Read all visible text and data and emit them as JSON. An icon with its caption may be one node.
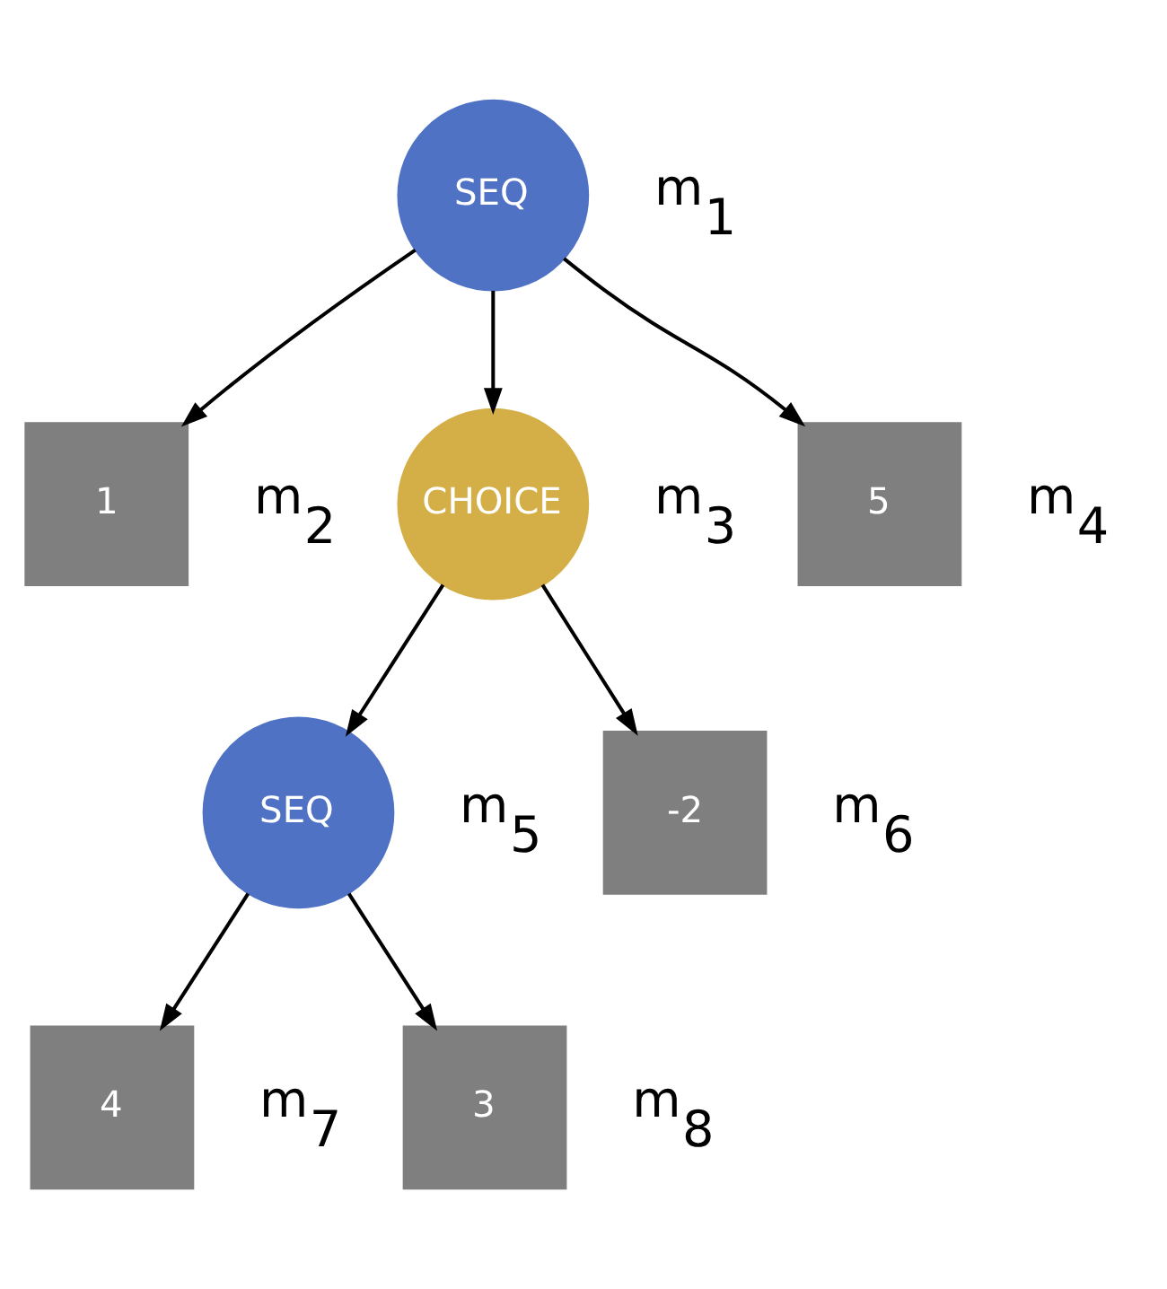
{
  "diagram": {
    "nodes": [
      {
        "text": [
          "SEQ"
        ],
        "beside": [
          "m$_{1}$"
        ]
      },
      {
        "text": [
          "1"
        ],
        "beside": [
          "m$_{2}$"
        ]
      },
      {
        "text": [
          "CHOICE"
        ],
        "beside": [
          "m$_{3}$"
        ]
      },
      {
        "text": [
          "5"
        ],
        "beside": [
          "m$_{4}$"
        ]
      },
      {
        "text": [
          "SEQ"
        ],
        "beside": [
          "m$_{5}$"
        ]
      },
      {
        "text": [
          "-2"
        ],
        "beside": [
          "m$_{6}$"
        ]
      },
      {
        "text": [
          "4"
        ],
        "beside": [
          "m$_{7}$"
        ]
      },
      {
        "text": [
          "3"
        ],
        "beside": [
          "m$_{8}$"
        ]
      }
    ],
    "edges": [
      {
        "from": 0,
        "to": 1,
        "arrow": "to"
      },
      {
        "from": 0,
        "to": 2,
        "arrow": "to"
      },
      {
        "from": 0,
        "to": 3,
        "arrow": "to"
      },
      {
        "from": 2,
        "to": 4,
        "arrow": "to"
      },
      {
        "from": 2,
        "to": 5,
        "arrow": "to"
      },
      {
        "from": 4,
        "to": 6,
        "arrow": "to"
      },
      {
        "from": 4,
        "to": 7,
        "arrow": "to"
      }
    ]
  }
}
